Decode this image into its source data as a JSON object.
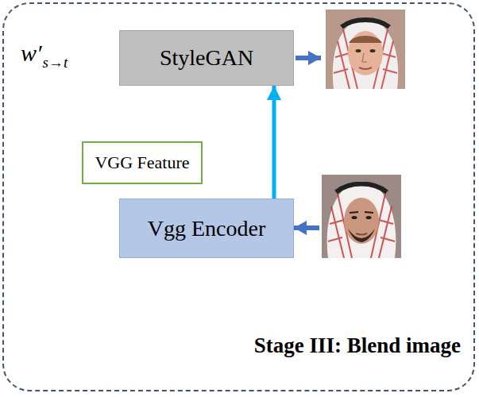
{
  "diagram": {
    "nodes": [
      {
        "text": [
          "Stage III: Blend image"
        ]
      },
      {
        "text": [
          "StyleGAN"
        ],
        "in": 0
      },
      {
        "text": [
          "VGG Feature"
        ],
        "in": 0
      },
      {
        "text": [
          "Vgg Encoder"
        ],
        "in": 0
      }
    ],
    "edges": [
      {
        "from": 3,
        "to": 1,
        "arrow": "to"
      }
    ],
    "labels": [
      "w′",
      "s→t"
    ]
  }
}
